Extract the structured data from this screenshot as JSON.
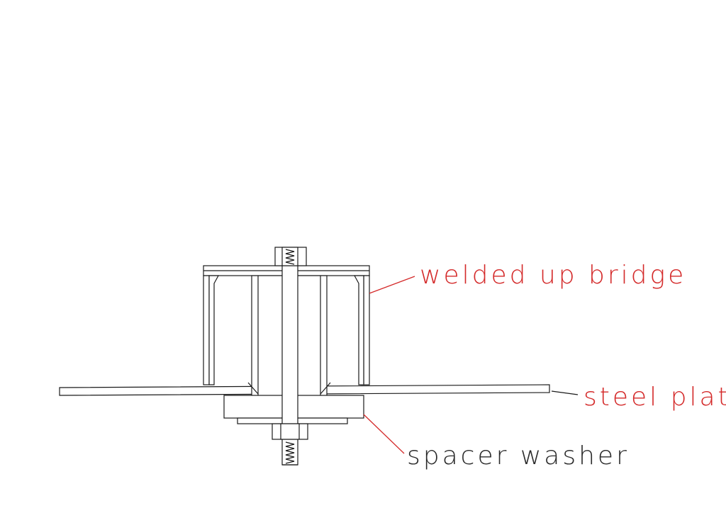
{
  "labels": {
    "bridge": "welded up bridge",
    "plate": "steel plate",
    "washer": "spacer washer"
  },
  "colors": {
    "red_label": "#d42a2a",
    "dark_label": "#2a2a2a",
    "line": "#1a1a1a"
  }
}
